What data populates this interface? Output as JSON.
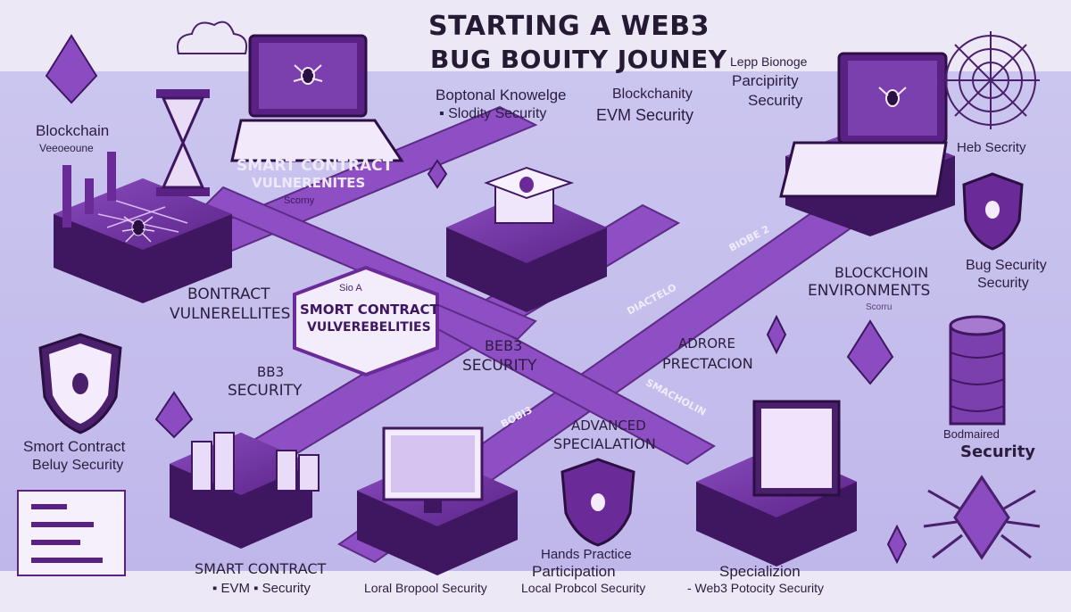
{
  "title": {
    "line1": "STARTING A WEB3",
    "line2": "BUG BOUITY JOUNEY"
  },
  "labels": {
    "top_left_1": "Blockchain",
    "top_left_2": "Veeoeoune",
    "card_1": "SMART CONTRACT",
    "card_2": "VULNERENITES",
    "card_3": "Scorny",
    "knowledge_1": "Boptonal Knowelge",
    "knowledge_2": "▪ Slodity Security",
    "blockchain_1": "Blockchanity",
    "blockchain_2": "EVM Security",
    "right_top_1": "Lepp Bionoge",
    "right_top_2": "Parcipirity",
    "right_top_3": "Security",
    "web_security": "Heb Secrity",
    "contract_vuln_1": "BONTRACT",
    "contract_vuln_2": "VULNERELLITES",
    "center_hex_1": "SMORT CONTRACT",
    "center_hex_2": "VULVEREBELITIES",
    "center_hex_3": "Sio A",
    "beb3_1": "BEB3",
    "beb3_2": "SECURITY",
    "env_1": "BLOCKCHOIN",
    "env_2": "ENVIRONMENTS",
    "env_3": "Scorru",
    "bug_sec_1": "Bug Security",
    "bug_sec_2": "Security",
    "bb3_1": "BB3",
    "bb3_2": "SECURITY",
    "adrore_1": "ADRORE",
    "adrore_2": "PRECTACION",
    "advanced_1": "ADVANCED",
    "advanced_2": "SPECIALATION",
    "smart_contract_1": "Smort Contract",
    "smart_contract_2": "Beluy Security",
    "bodmatred_1": "Bodmaired",
    "bodmatred_2": "Security",
    "path_1": "BIOBE 2",
    "path_2": "DIACTELO",
    "path_3": "BOBI3",
    "path_4": "SMACHOLIN",
    "bottom_1a": "SMART CONTRACT",
    "bottom_1b": "▪ EVM ▪ Security",
    "bottom_2": "Loral Bropool Security",
    "bottom_3a": "Hands Practice",
    "bottom_3b": "Participation",
    "bottom_3c": "Local Probcol Security",
    "bottom_4a": "Specializion",
    "bottom_4b": "- Web3 Potocity Security"
  },
  "colors": {
    "background": "#ece8f6",
    "band": "#c9c3ec",
    "purple_dark": "#4a1f6b",
    "purple": "#7a3fa6",
    "purple_light": "#a77ad0",
    "path": "#8e4fc4"
  },
  "icons": [
    "ethereum-icon",
    "spider-icon",
    "laptop-icon",
    "hourglass-icon",
    "shield-icon",
    "database-icon",
    "coin-stack-icon",
    "radar-icon",
    "cloud-icon",
    "monitor-icon",
    "desk-icon"
  ]
}
